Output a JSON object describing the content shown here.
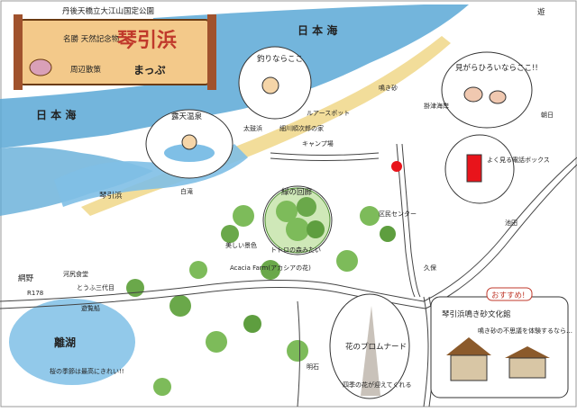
{
  "header": {
    "tagline": "丹後天橋立大江山国定公園",
    "subtitle": "名勝 天然記念物",
    "title": "琴引浜",
    "sub2": "周辺散策",
    "title2": "まっぷ"
  },
  "sea": {
    "north": "日 本 海",
    "west": "日 本 海"
  },
  "places": {
    "kotohiki_beach": "琴引浜",
    "hakuchi": "白滝",
    "kakeizu": "掛津海岸",
    "taiko_hama": "太鼓浜",
    "ruapspot": "ルアースポット",
    "hosokawa": "細川順次郎の家",
    "camp": "キャンプ場",
    "nakijima": "鳴き砂",
    "tsuri": "釣りならここ",
    "kenka": "見がらひろいならここ!!",
    "rotenburo": "露天温泉",
    "midori": "緑の回廊",
    "totoro": "トトロの森みたい",
    "utsukushii": "美しい景色",
    "kyabako": "区民センター",
    "kotohiki_bunka": "琴引浜鳴き砂文化館",
    "osusume": "おすすめ!",
    "hana": "花のプロムナード",
    "yuumei": "遊",
    "asahi": "朝日",
    "ikeda": "池田",
    "kubo": "久保",
    "akari": "明石",
    "iwahama": "網野",
    "rikyo": "離湖",
    "sakura": "桜の季節は最高にきれい!!",
    "acacia": "Acacia Farm(アカシアの花)",
    "fuchi": "河尻食堂",
    "tatsuta": "とうふ三代目",
    "r178": "R178",
    "shiotaki": "遊覧船"
  },
  "notes": {
    "bunka_note": "鳴き砂の不思議を体験するなら…",
    "sign_note": "よく見る電話ボックス",
    "temples": "四季の花が迎えてくれる"
  },
  "colors": {
    "sea": "#5aa8d6",
    "beach": "#f2dd9a",
    "road": "#ffffff",
    "forest": "#7dbb5a",
    "title_red": "#c0392b",
    "marker": "#e8141b",
    "header_bg": "#f3c98a"
  }
}
